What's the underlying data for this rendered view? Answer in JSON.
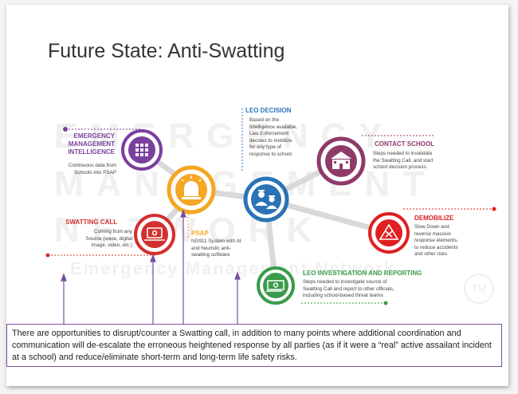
{
  "slide": {
    "title": "Future State: Anti-Swatting",
    "watermark": {
      "line1": "EMERGENCY",
      "line2": "MANAGEMENT",
      "line3": "NETWORK",
      "line4": "Emergency Management Network",
      "tm": "TM"
    }
  },
  "nodes": {
    "emi": {
      "title_lines": [
        "EMERGENCY",
        "MANAGEMENT",
        "INTELLIGENCE"
      ],
      "desc_lines": [
        "Continuous data from",
        "Schools into PSAP"
      ],
      "color": "#7b3f9e",
      "icon": "building-grid-icon"
    },
    "swatting": {
      "title": "SWATTING CALL",
      "desc_lines": [
        "Coming from any",
        "Source (voice, digital",
        "image, video, etc.)"
      ],
      "color": "#d32f2f",
      "icon": "laptop-icon"
    },
    "psap": {
      "title": "PSAP",
      "desc_lines": [
        "NG911 System with AI",
        "and heuristic anti-",
        "swatting software"
      ],
      "color": "#f5a623",
      "icon": "siren-icon"
    },
    "leo": {
      "title": "LEO DECISION",
      "desc_lines": [
        "Based on the",
        "Intelligence available,",
        "Law Enforcement",
        "decides to mobilize",
        "for any type of",
        "response to school"
      ],
      "color": "#2b73b6",
      "icon": "police-officers-icon"
    },
    "contact": {
      "title": "CONTACT SCHOOL",
      "desc_lines": [
        "Steps needed to invalidate",
        "the Swatting Call, and start",
        "school decision process"
      ],
      "color": "#8e3b6a",
      "icon": "school-icon"
    },
    "demobilize": {
      "title": "DEMOBILIZE",
      "desc_lines": [
        "Slow Down and",
        "reverse massive",
        "response elements,",
        "to reduce accidents",
        "and other risks"
      ],
      "color": "#e02020",
      "icon": "warning-triangle-icon"
    },
    "investigation": {
      "title": "LEO INVESTIGATION  AND REPORTING",
      "desc_lines": [
        "Steps needed to investigate source of",
        "Swatting Call and report to other officials,",
        "including school-based threat teams"
      ],
      "color": "#3a9b4a",
      "icon": "money-icon"
    }
  },
  "note": {
    "text": "There are opportunities to disrupt/counter a Swatting call, in addition to many points where additional coordination and communication will de-escalate the erroneous heightened response by all parties (as if it were a “real” active assailant incident at a school) and reduce/eliminate short-term and long-term life safety risks."
  }
}
